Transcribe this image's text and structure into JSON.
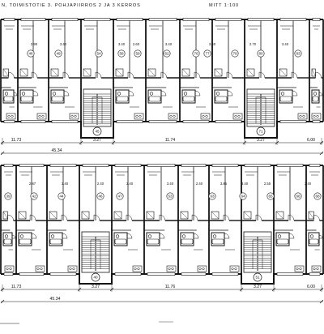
{
  "header": {
    "title": "N, TOIMISTOTIE 3.  POHJAPIIRROS  2 JA 3 KERROS",
    "scale": "MITT 1:100"
  },
  "upper_plan": {
    "room_numbers": [
      "48",
      "49",
      "54",
      "58",
      "59",
      "62",
      "76",
      "77",
      "79",
      "80",
      "83"
    ],
    "room_widths": [
      "2.90",
      "3.40",
      "3.40",
      "2.60",
      "3.40",
      "3.40",
      "2.70",
      "3.40"
    ],
    "stair_numbers": [
      "45",
      "71"
    ],
    "dimensions": [
      "11.73",
      "3.27",
      "11.74",
      "3.27",
      "6.00"
    ],
    "total_length": "45.34"
  },
  "lower_plan": {
    "room_numbers": [
      "39",
      "42",
      "44",
      "46",
      "47",
      "53",
      "63",
      "64",
      "65",
      "66",
      "68"
    ],
    "room_widths": [
      "2.87",
      "3.40",
      "2.40",
      "3.40",
      "3.40",
      "2.40",
      "3.85",
      "3.40",
      "2.55",
      "3.40"
    ],
    "stair_numbers": [
      "40",
      "51"
    ],
    "dimensions": [
      "11.73",
      "3.27",
      "11.76",
      "3.27",
      "6.00"
    ],
    "total_length": "45.34"
  }
}
